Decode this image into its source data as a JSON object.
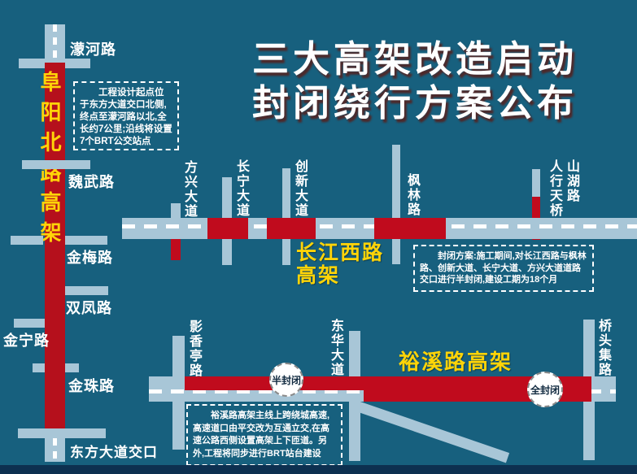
{
  "title": {
    "line1": "三大高架改造启动",
    "line2": "封闭绕行方案公布"
  },
  "colors": {
    "background": "#17607e",
    "road": "#a8c6d7",
    "closure_red": "#c00b1d",
    "elevated_red": "#b5101c",
    "label_yellow": "#ffd408",
    "text_white": "#ffffff",
    "footer_navy": "#0d3050"
  },
  "fuyang_viaduct": {
    "name": "阜阳北路高架",
    "cross_roads": [
      "濛河路",
      "魏武路",
      "金梅路",
      "双凤路",
      "金宁路",
      "金珠路",
      "东方大道交口"
    ],
    "info_box": "工程设计起点位于东方大道交口北侧,终点至濛河路以北,全长约7公里;沿线将设置7个BRT公交站点"
  },
  "changjiang_viaduct": {
    "name_line1": "长江西路",
    "name_line2": "高架",
    "cross_roads": [
      "方兴大道",
      "长宁大道",
      "创新大道",
      "枫林路",
      "山湖路",
      "人行天桥"
    ],
    "plan_box": "封闭方案:施工期间,对长江西路与枫林路、创新大道、长宁大道、方兴大道道路交口进行半封闭,建设工期为18个月"
  },
  "yuxi_viaduct": {
    "name": "裕溪路高架",
    "cross_roads": [
      "影香亭路",
      "东华大道",
      "桥头集路"
    ],
    "half_closed_badge": "半封闭",
    "full_closed_badge": "全封闭",
    "info_box": "裕溪路高架主线上跨绕城高速,高速道口由平交改为互通立交,在高速公路西侧设置高架上下匝道。另外,工程将同步进行BRT站台建设"
  }
}
